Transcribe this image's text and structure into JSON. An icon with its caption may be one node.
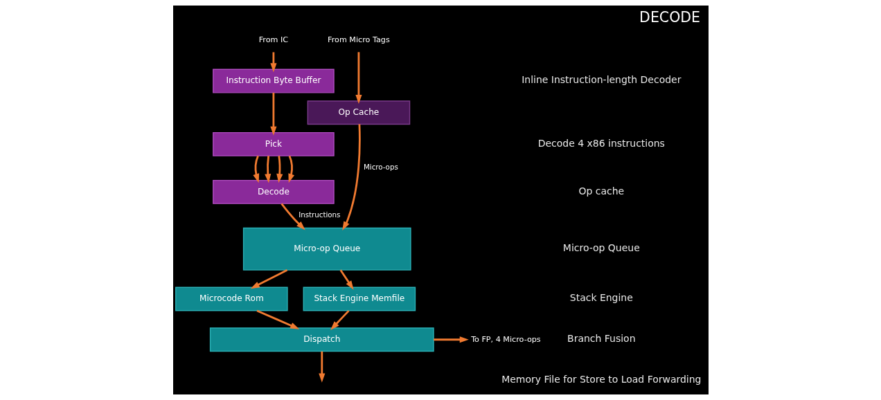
{
  "diagram": {
    "title": "DECODE",
    "nodes": [
      {
        "text": [
          "From IC"
        ]
      },
      {
        "text": [
          "Instruction Byte Buffer"
        ]
      },
      {
        "text": [
          "From Micro Tags"
        ]
      },
      {
        "text": [
          "Pick"
        ]
      },
      {
        "text": [
          "Op Cache"
        ]
      },
      {
        "text": [
          "Decode"
        ]
      },
      {
        "text": [
          "Micro-op Queue"
        ]
      },
      {
        "text": [
          "Microcode Rom"
        ]
      },
      {
        "text": [
          "Stack Engine Memfile"
        ]
      },
      {
        "text": [
          "Dispatch"
        ]
      },
      {
        "text": [
          "To FP, 4 Micro-ops"
        ]
      }
    ],
    "edges": [
      {
        "from": 0,
        "to": 1,
        "arrow": "to"
      },
      {
        "from": 2,
        "to": 4,
        "arrow": "to"
      },
      {
        "from": 1,
        "to": 3,
        "arrow": "to"
      },
      {
        "from": 3,
        "to": 5,
        "arrow": "to"
      },
      {
        "from": 3,
        "to": 5,
        "arrow": "to"
      },
      {
        "from": 3,
        "to": 5,
        "arrow": "to"
      },
      {
        "from": 3,
        "to": 5,
        "arrow": "to"
      },
      {
        "from": 5,
        "to": 6,
        "arrow": "to",
        "label": "Instructions"
      },
      {
        "from": 4,
        "to": 6,
        "arrow": "to",
        "label": "Micro-ops"
      },
      {
        "from": 6,
        "to": 7,
        "arrow": "to"
      },
      {
        "from": 6,
        "to": 8,
        "arrow": "to"
      },
      {
        "from": 7,
        "to": 9,
        "arrow": "to"
      },
      {
        "from": 8,
        "to": 9,
        "arrow": "to"
      },
      {
        "from": 9,
        "to": 10,
        "arrow": "to"
      },
      {
        "from": 9,
        "to": null,
        "arrow": "to"
      }
    ],
    "labels": [
      "Inline Instruction-length Decoder",
      "Decode 4 x86 instructions",
      "Op cache",
      "Micro-op Queue",
      "Stack Engine",
      "Branch Fusion",
      "Memory File for Store to Load Forwarding"
    ]
  }
}
